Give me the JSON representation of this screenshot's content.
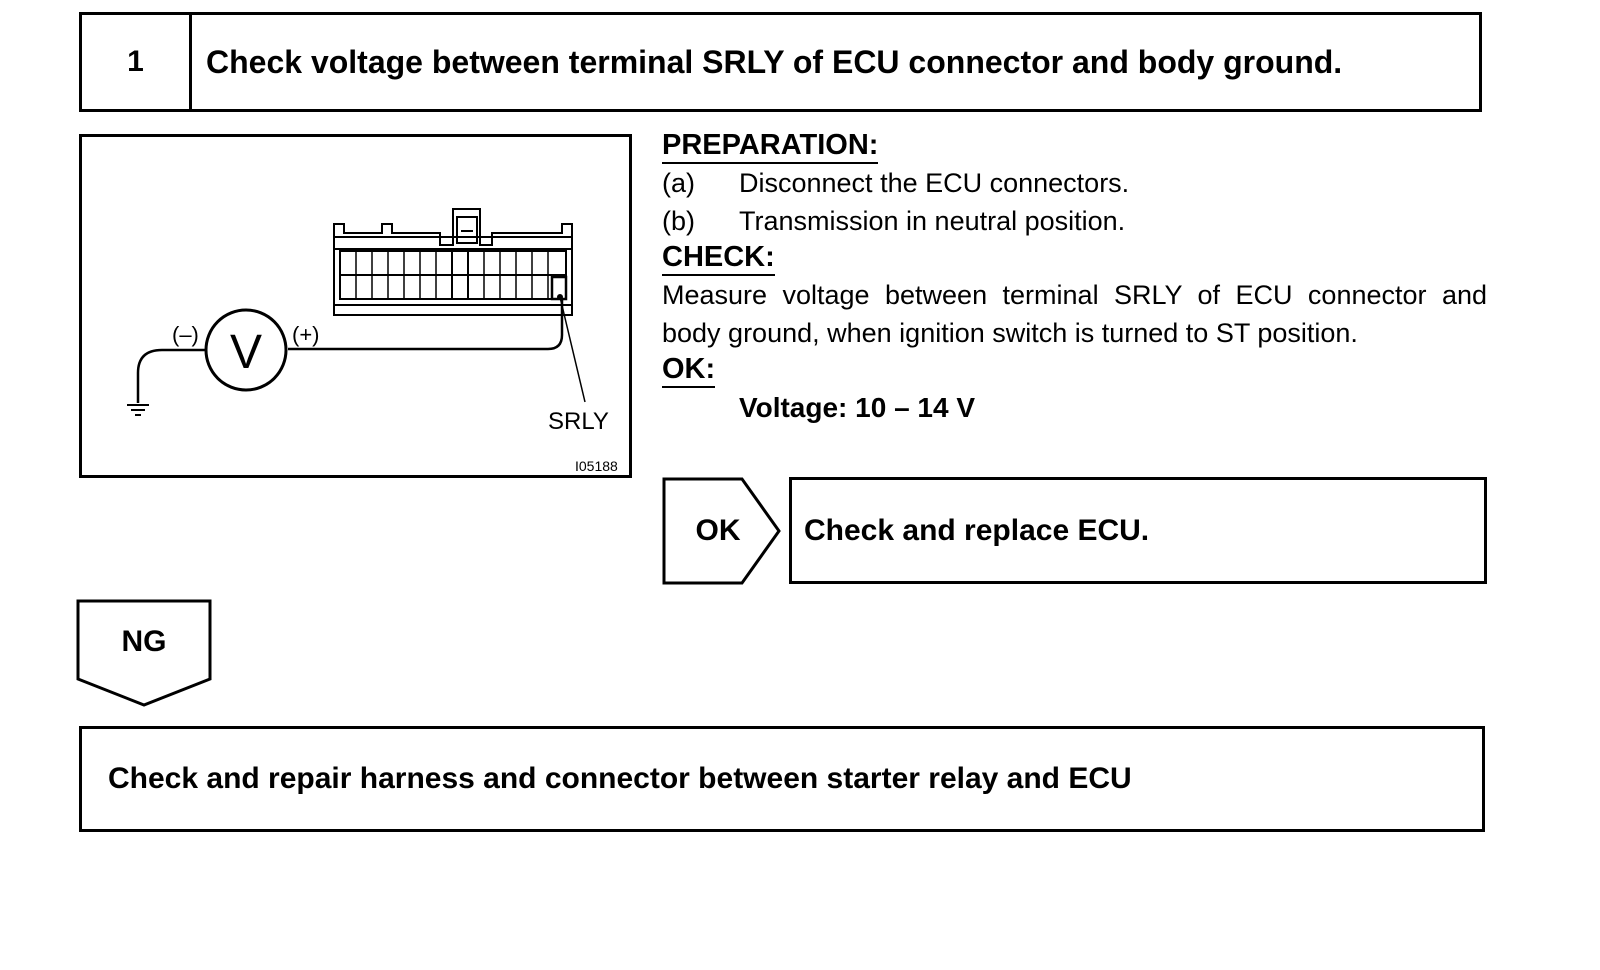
{
  "step": {
    "number": "1",
    "title": "Check voltage between terminal SRLY of ECU connector and body ground."
  },
  "figure": {
    "terminal_label": "SRLY",
    "figure_id": "I05188",
    "meter_symbol": "V",
    "negative_lead": "(–)",
    "positive_lead": "(+)",
    "icons": [
      "voltmeter-icon",
      "ground-symbol-icon",
      "ecu-connector-icon"
    ]
  },
  "preparation": {
    "heading": "PREPARATION:",
    "items": [
      {
        "label": "(a)",
        "text": "Disconnect the ECU connectors."
      },
      {
        "label": "(b)",
        "text": "Transmission in neutral position."
      }
    ]
  },
  "check": {
    "heading": "CHECK:",
    "text": "Measure voltage between terminal SRLY of ECU connector and body ground, when ignition switch is turned to ST position."
  },
  "ok_spec": {
    "heading": "OK:",
    "value": "Voltage: 10 – 14 V"
  },
  "results": {
    "ok": {
      "label": "OK",
      "action": "Check and replace ECU."
    },
    "ng": {
      "label": "NG",
      "action": "Check and repair harness and connector between starter relay and ECU"
    }
  }
}
